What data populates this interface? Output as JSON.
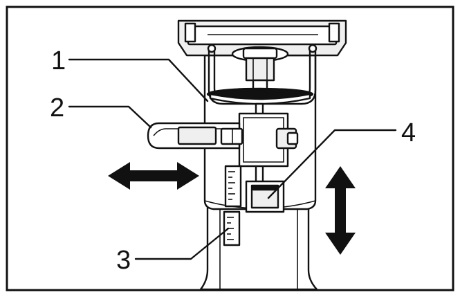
{
  "diagram": {
    "callouts": [
      {
        "id": "1",
        "label": "1"
      },
      {
        "id": "2",
        "label": "2"
      },
      {
        "id": "3",
        "label": "3"
      },
      {
        "id": "4",
        "label": "4"
      }
    ],
    "colors": {
      "stroke": "#111111",
      "background": "#ffffff",
      "shade": "#efefef"
    }
  }
}
